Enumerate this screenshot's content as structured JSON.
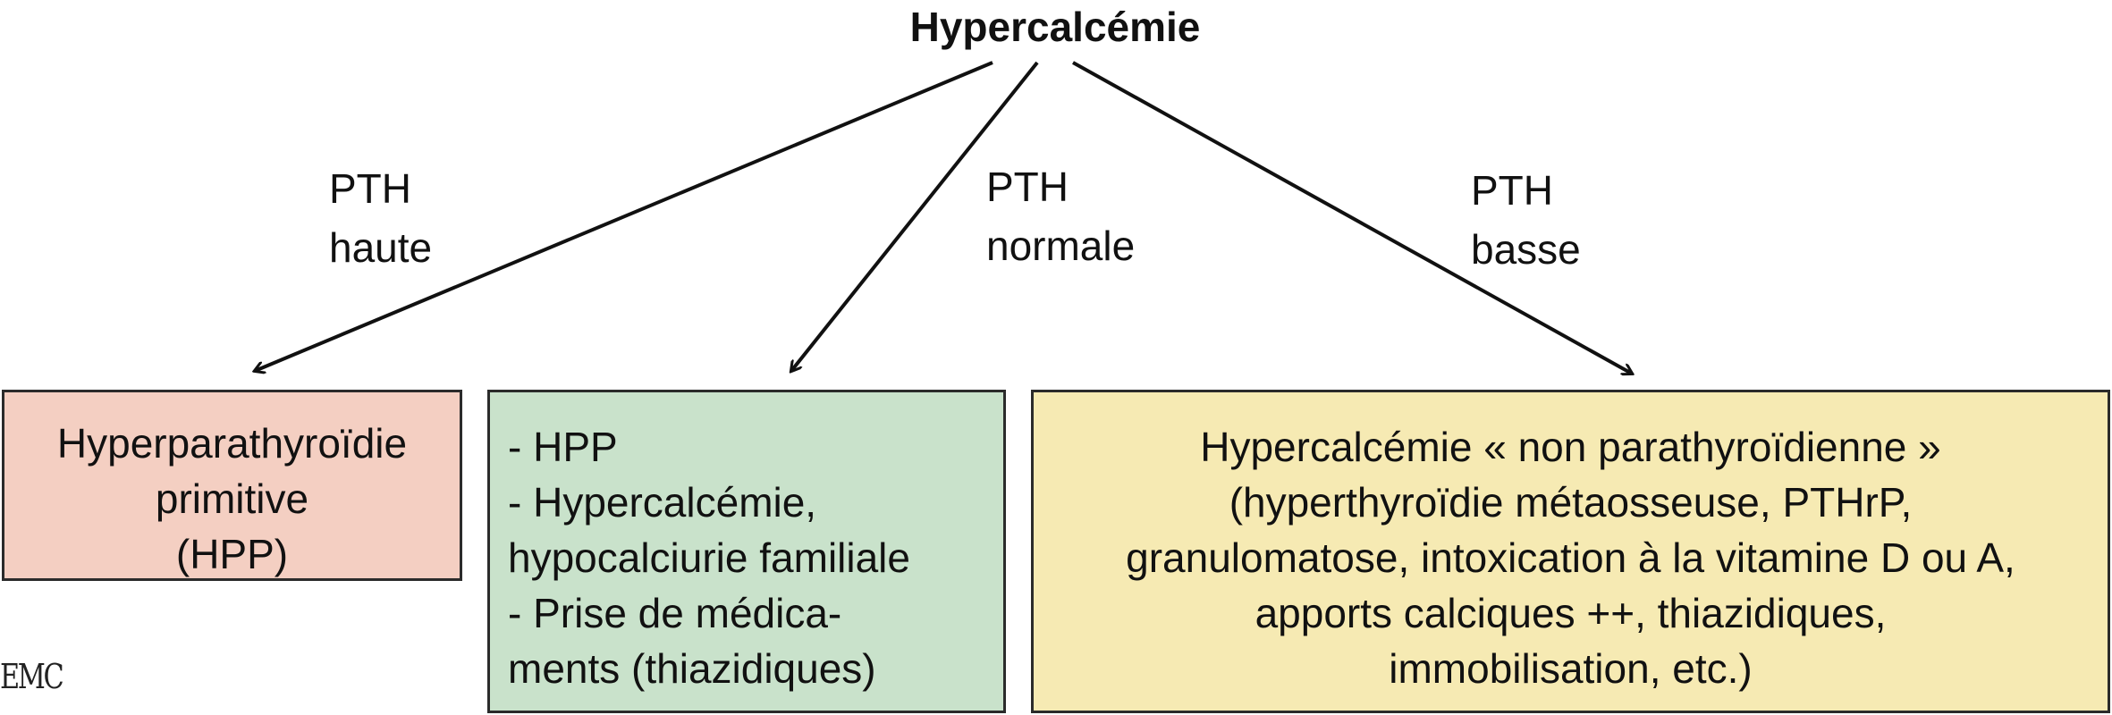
{
  "title": "Hypercalcémie",
  "branches": [
    {
      "label_lines": [
        "PTH",
        "haute"
      ]
    },
    {
      "label_lines": [
        "PTH",
        "normale"
      ]
    },
    {
      "label_lines": [
        "PTH",
        "basse"
      ]
    }
  ],
  "boxes": {
    "left": {
      "lines": [
        "Hyperparathyroïdie",
        "primitive",
        "(HPP)"
      ],
      "color": "#f4cfc2"
    },
    "middle": {
      "lines": [
        "- HPP",
        "- Hypercalcémie,",
        "hypocalciurie familiale",
        "- Prise de médica-",
        "ments (thiazidiques)"
      ],
      "color": "#c9e2cb"
    },
    "right": {
      "lines": [
        "Hypercalcémie « non parathyroïdienne »",
        "(hyperthyroïdie métaosseuse, PTHrP,",
        "granulomatose, intoxication à la vitamine D ou A,",
        "apports calciques ++, thiazidiques,",
        "immobilisation, etc.)"
      ],
      "color": "#f6eab3"
    }
  },
  "logo_text": "EMC"
}
